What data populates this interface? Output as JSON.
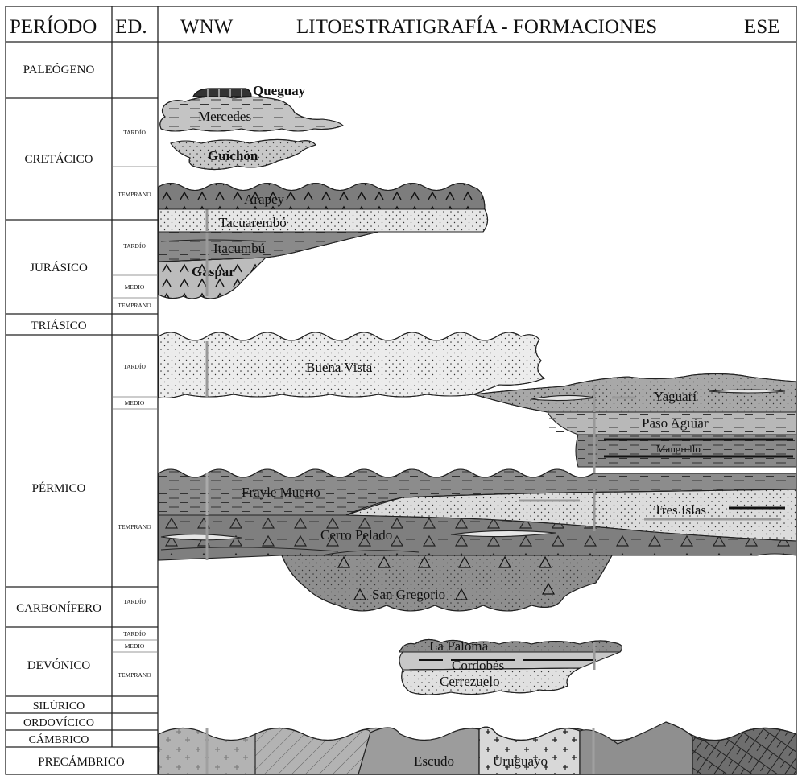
{
  "header": {
    "periodo": "PERÍODO",
    "ed": "ED.",
    "wnw": "WNW",
    "title": "LITOESTRATIGRAFÍA - FORMACIONES",
    "ese": "ESE"
  },
  "periods": {
    "paleogeno": "PALEÓGENO",
    "cretacico": "CRETÁCICO",
    "jurasico": "JURÁSICO",
    "triasico": "TRIÁSICO",
    "permico": "PÉRMICO",
    "carbonifero": "CARBONÍFERO",
    "devonico": "DEVÓNICO",
    "silurico": "SILÚRICO",
    "ordovicico": "ORDOVÍCICO",
    "cambrico": "CÁMBRICO",
    "precambrico": "PRECÁMBRICO"
  },
  "epochs": {
    "cret_tardio": "TARDÍO",
    "cret_temprano": "TEMPRANO",
    "jur_tardio": "TARDÍO",
    "jur_medio": "MEDIO",
    "jur_temprano": "TEMPRANO",
    "perm_tardio": "TARDÍO",
    "perm_medio": "MEDIO",
    "perm_temprano": "TEMPRANO",
    "carb_tardio": "TARDÍO",
    "dev_tardio": "TARDÍO",
    "dev_medio": "MEDIO",
    "dev_temprano": "TEMPRANO"
  },
  "formations": {
    "queguay": "Queguay",
    "mercedes": "Mercedes",
    "guichon": "Guichón",
    "arapey": "Arapey",
    "tacuarembo": "Tacuarembó",
    "itacumbu": "Itacumbú",
    "gaspar": "Gaspar",
    "buena_vista": "Buena Vista",
    "yaguari": "Yaguarí",
    "paso_aguiar": "Paso Aguiar",
    "mangrullo": "Mangrullo",
    "frayle_muerto": "Frayle Muerto",
    "tres_islas": "Tres Islas",
    "cerro_pelado": "Cerro Pelado",
    "san_gregorio": "San Gregorio",
    "la_paloma": "La  Paloma",
    "cordobes": "Cordobés",
    "cerrezuelo": "Cerrezuelo",
    "escudo": "Escudo",
    "uruguayo": "Uruguayo"
  },
  "colors": {
    "dark_gray": "#7d7d7d",
    "mid_gray": "#a6a6a6",
    "light_gray": "#c9c9c9",
    "pale_gray": "#e6e6e6",
    "line": "#222222",
    "borehole": "#8f8f8f"
  }
}
